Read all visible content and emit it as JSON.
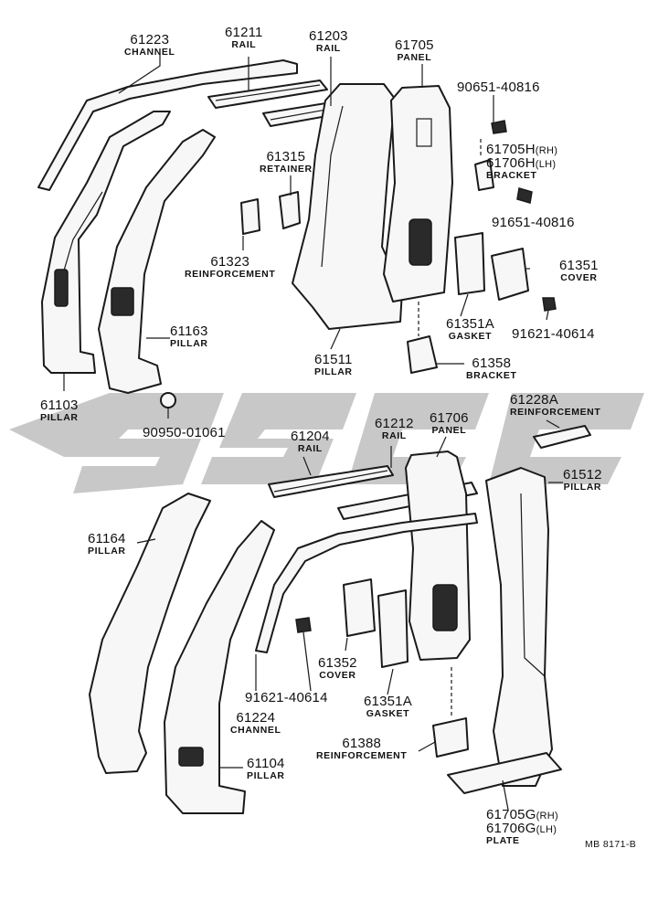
{
  "labels": {
    "p61223": {
      "num": "61223",
      "name": "CHANNEL"
    },
    "p61211": {
      "num": "61211",
      "name": "RAIL"
    },
    "p61203": {
      "num": "61203",
      "name": "RAIL"
    },
    "p61705": {
      "num": "61705",
      "name": "PANEL"
    },
    "p90651": {
      "num": "90651-40816"
    },
    "p61705h": {
      "num1": "61705H",
      "sfx1": "(RH)",
      "num2": "61706H",
      "sfx2": "(LH)",
      "name": "BRACKET"
    },
    "p91651": {
      "num": "91651-40816"
    },
    "p61315": {
      "num": "61315",
      "name": "RETAINER"
    },
    "p61323": {
      "num": "61323",
      "name": "REINFORCEMENT"
    },
    "p61351": {
      "num": "61351",
      "name": "COVER"
    },
    "p91621a": {
      "num": "91621-40614"
    },
    "p61163": {
      "num": "61163",
      "name": "PILLAR"
    },
    "p61351a": {
      "num": "61351A",
      "name": "GASKET"
    },
    "p61511": {
      "num": "61511",
      "name": "PILLAR"
    },
    "p61358": {
      "num": "61358",
      "name": "BRACKET"
    },
    "p61103": {
      "num": "61103",
      "name": "PILLAR"
    },
    "p90950": {
      "num": "90950-01061"
    },
    "p61228a": {
      "num": "61228A",
      "name": "REINFORCEMENT"
    },
    "p61204": {
      "num": "61204",
      "name": "RAIL"
    },
    "p61212": {
      "num": "61212",
      "name": "RAIL"
    },
    "p61706": {
      "num": "61706",
      "name": "PANEL"
    },
    "p61512": {
      "num": "61512",
      "name": "PILLAR"
    },
    "p61164": {
      "num": "61164",
      "name": "PILLAR"
    },
    "p61352": {
      "num": "61352",
      "name": "COVER"
    },
    "p61351a2": {
      "num": "61351A",
      "name": "GASKET"
    },
    "p91621b": {
      "num": "91621-40614"
    },
    "p61224": {
      "num": "61224",
      "name": "CHANNEL"
    },
    "p61388": {
      "num": "61388",
      "name": "REINFORCEMENT"
    },
    "p61104": {
      "num": "61104",
      "name": "PILLAR"
    },
    "p61705g": {
      "num1": "61705G",
      "sfx1": "(RH)",
      "num2": "61706G",
      "sfx2": "(LH)",
      "name": "PLATE"
    }
  },
  "figure_code": "MB 8171-B",
  "colors": {
    "ink": "#1a1a1a",
    "watermark": "#9a9a9a"
  }
}
